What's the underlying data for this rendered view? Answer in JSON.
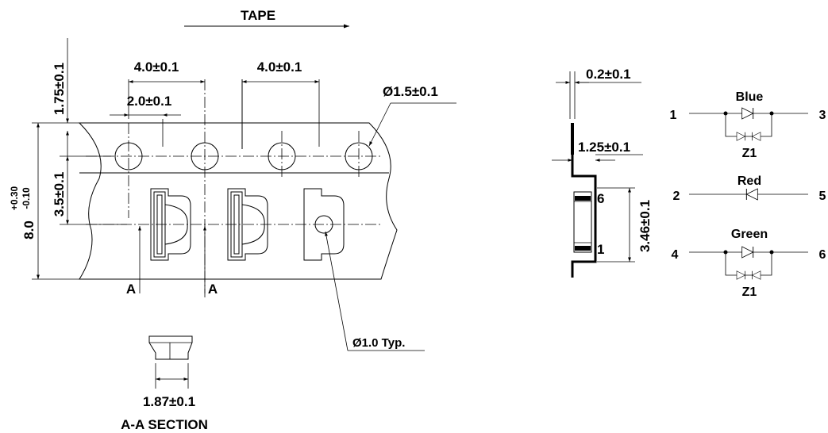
{
  "tape": {
    "title": "TAPE",
    "dim_sprocket_pitch": "4.0±0.1",
    "dim_pocket_pitch": "4.0±0.1",
    "dim_offset": "2.0±0.1",
    "dim_sprocket_hole": "Ø1.5±0.1",
    "dim_edge": "1.75±0.1",
    "dim_center": "3.5±0.1",
    "dim_width": "8.0",
    "dim_width_tol_plus": "+0.30",
    "dim_width_tol_minus": "-0.10",
    "section_mark_left": "A",
    "section_mark_right": "A",
    "dim_pocket_hole": "Ø1.0 Typ."
  },
  "section": {
    "dim_width": "1.87±0.1",
    "title": "A-A SECTION"
  },
  "side_view": {
    "dim_thickness": "0.2±0.1",
    "dim_depth": "1.25±0.1",
    "dim_height": "3.46±0.1",
    "pin_top": "6",
    "pin_bottom": "1"
  },
  "schematic": {
    "circuits": [
      {
        "name": "Blue",
        "pin_left": "1",
        "pin_right": "3",
        "zener": "Z1"
      },
      {
        "name": "Red",
        "pin_left": "2",
        "pin_right": "5",
        "zener": ""
      },
      {
        "name": "Green",
        "pin_left": "4",
        "pin_right": "6",
        "zener": "Z1"
      }
    ]
  }
}
